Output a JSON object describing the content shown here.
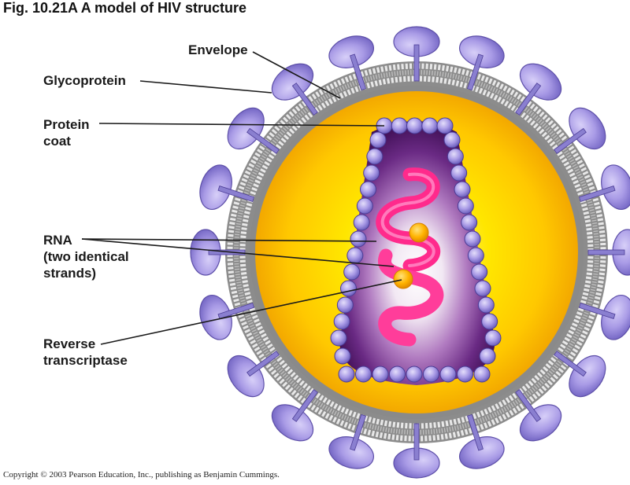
{
  "figure": {
    "title": "Fig. 10.21A  A model of HIV structure",
    "labels": {
      "envelope": "Envelope",
      "glycoprotein": "Glycoprotein",
      "protein_coat": "Protein\ncoat",
      "rna": "RNA\n(two identical\nstrands)",
      "reverse_transcriptase": "Reverse\ntranscriptase"
    },
    "copyright": "Copyright © 2003 Pearson Education, Inc., publishing as Benjamin Cummings."
  },
  "colors": {
    "glycoprotein": "#a99be6",
    "glycoprotein_stroke": "#5d4fa8",
    "envelope_gray": "#8c8c8c",
    "bilayer_head": "#e6e6e6",
    "core_yellow": "#ffe600",
    "capsid_purple": "#5a2070",
    "capsomere": "#a79be0",
    "rna_pink": "#ff3d9a",
    "enzyme_orange": "#ffb300"
  }
}
